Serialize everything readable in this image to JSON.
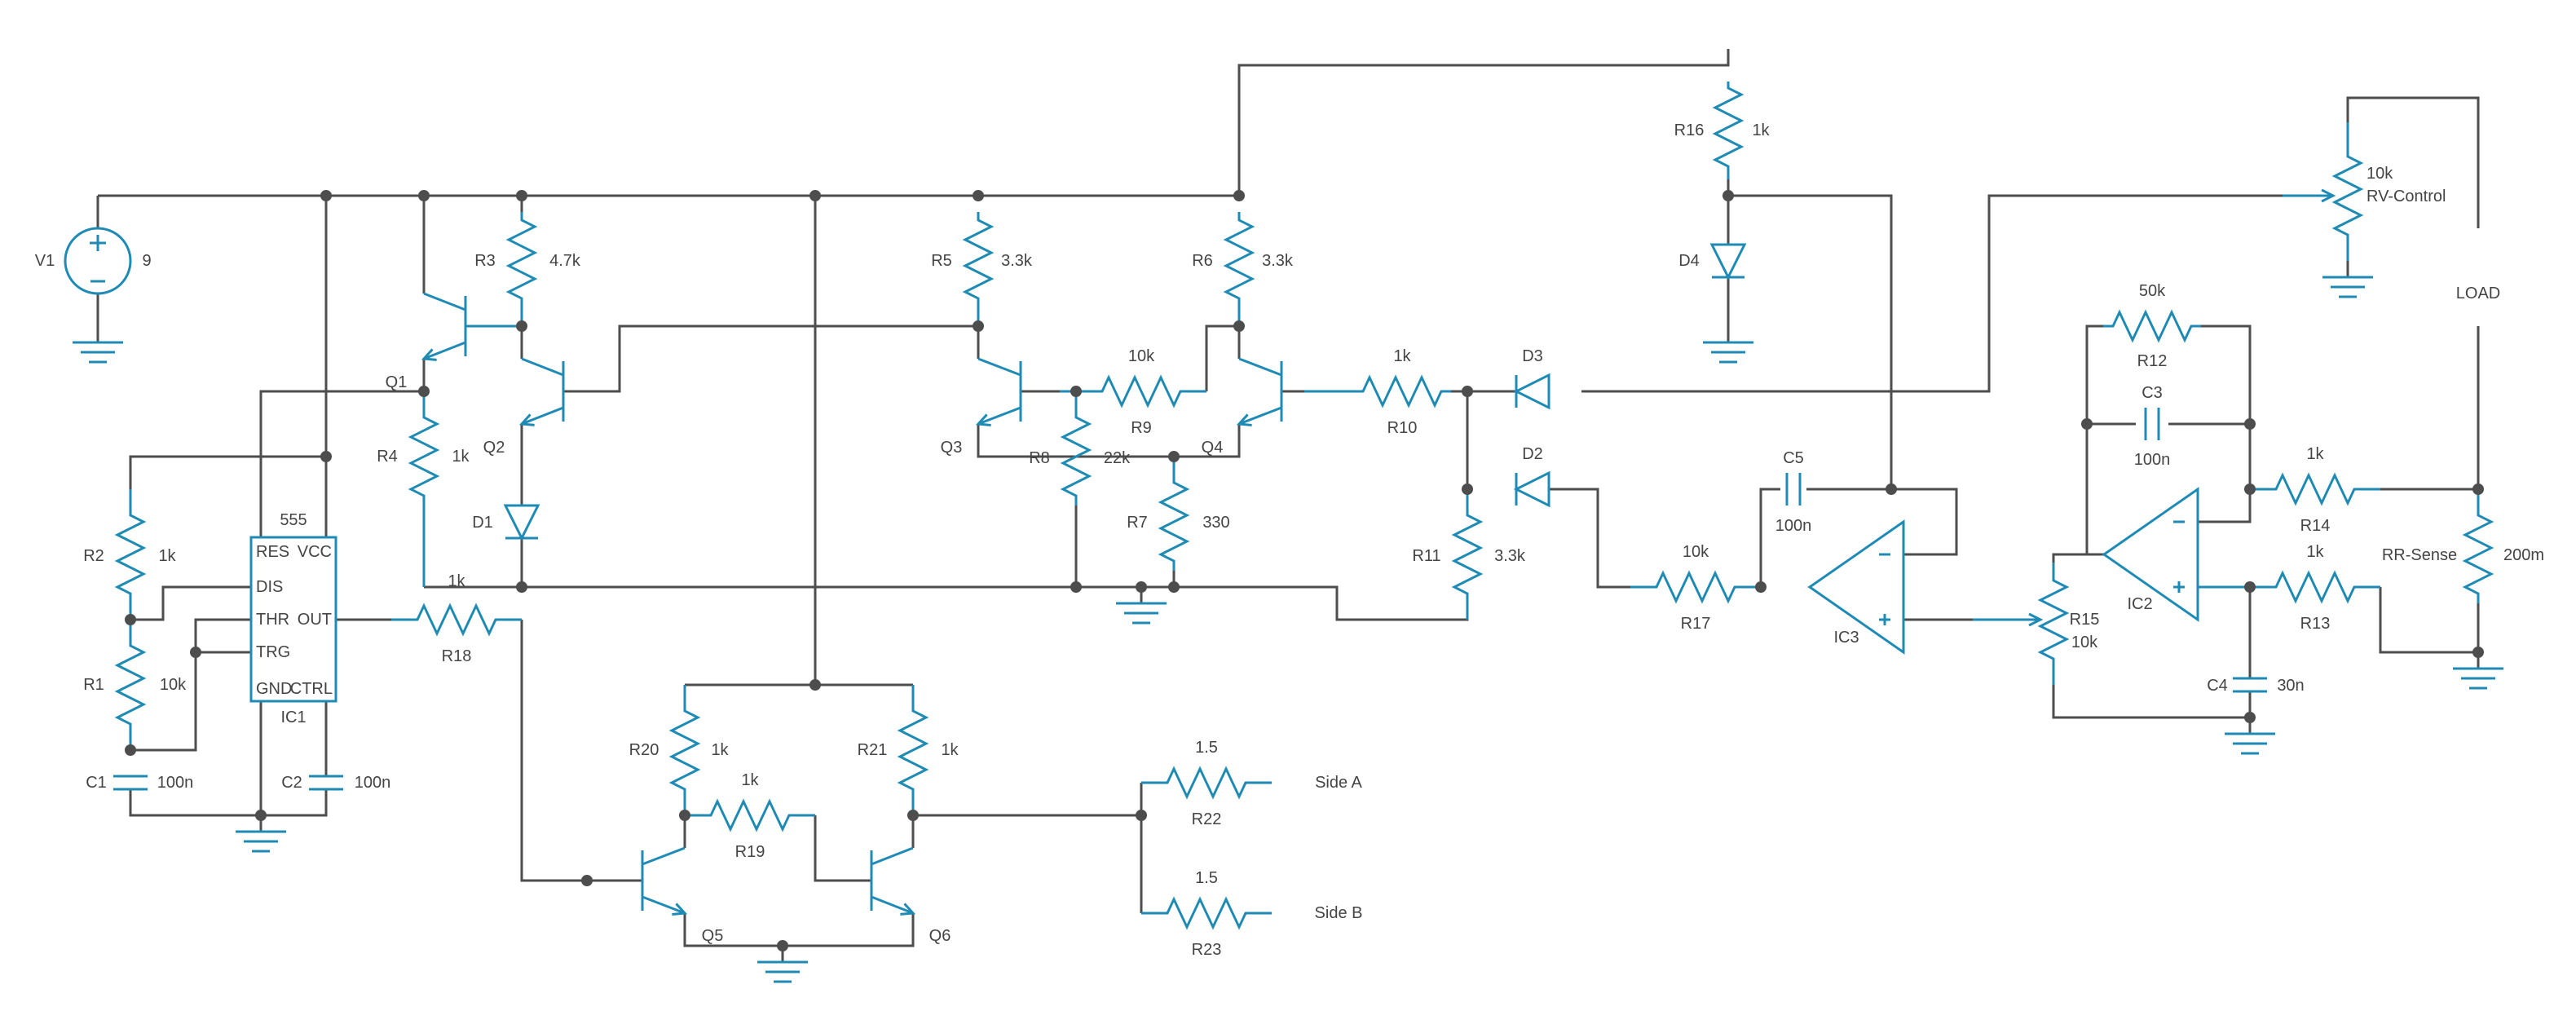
{
  "colors": {
    "wire": "#4d4d4d",
    "component": "#1f8bb5",
    "label": "#444444",
    "background": "#ffffff"
  },
  "components": {
    "V1": {
      "ref": "V1",
      "value": "9"
    },
    "R1": {
      "ref": "R1",
      "value": "10k"
    },
    "R2": {
      "ref": "R2",
      "value": "1k"
    },
    "R3": {
      "ref": "R3",
      "value": "4.7k"
    },
    "R4": {
      "ref": "R4",
      "value": "1k"
    },
    "R5": {
      "ref": "R5",
      "value": "3.3k"
    },
    "R6": {
      "ref": "R6",
      "value": "3.3k"
    },
    "R7": {
      "ref": "R7",
      "value": "330"
    },
    "R8": {
      "ref": "R8",
      "value": "22k"
    },
    "R9": {
      "ref": "R9",
      "value": "10k"
    },
    "R10": {
      "ref": "R10",
      "value": "1k"
    },
    "R11": {
      "ref": "R11",
      "value": "3.3k"
    },
    "R12": {
      "ref": "R12",
      "value": "50k"
    },
    "R13": {
      "ref": "R13",
      "value": "1k"
    },
    "R14": {
      "ref": "R14",
      "value": "1k"
    },
    "R15": {
      "ref": "R15",
      "value": "10k"
    },
    "R16": {
      "ref": "R16",
      "value": "1k"
    },
    "R17": {
      "ref": "R17",
      "value": "10k"
    },
    "R18": {
      "ref": "R18",
      "value": "1k"
    },
    "R19": {
      "ref": "R19",
      "value": "1k"
    },
    "R20": {
      "ref": "R20",
      "value": "1k"
    },
    "R21": {
      "ref": "R21",
      "value": "1k"
    },
    "R22": {
      "ref": "R22",
      "value": "1.5"
    },
    "R23": {
      "ref": "R23",
      "value": "1.5"
    },
    "RR": {
      "ref": "RR-Sense",
      "value": "200m"
    },
    "RV": {
      "ref": "RV-Control",
      "value": "10k"
    },
    "C1": {
      "ref": "C1",
      "value": "100n"
    },
    "C2": {
      "ref": "C2",
      "value": "100n"
    },
    "C3": {
      "ref": "C3",
      "value": "100n"
    },
    "C4": {
      "ref": "C4",
      "value": "30n"
    },
    "C5": {
      "ref": "C5",
      "value": "100n"
    },
    "D1": {
      "ref": "D1"
    },
    "D2": {
      "ref": "D2"
    },
    "D3": {
      "ref": "D3"
    },
    "D4": {
      "ref": "D4"
    },
    "Q1": {
      "ref": "Q1"
    },
    "Q2": {
      "ref": "Q2"
    },
    "Q3": {
      "ref": "Q3"
    },
    "Q4": {
      "ref": "Q4"
    },
    "Q5": {
      "ref": "Q5"
    },
    "Q6": {
      "ref": "Q6"
    },
    "IC1": {
      "ref": "IC1",
      "value": "555",
      "pins": {
        "res": "RES",
        "vcc": "VCC",
        "dis": "DIS",
        "thr": "THR",
        "out": "OUT",
        "trg": "TRG",
        "gnd": "GND",
        "ctrl": "CTRL"
      }
    },
    "IC2": {
      "ref": "IC2"
    },
    "IC3": {
      "ref": "IC3"
    }
  },
  "net_labels": {
    "load": "LOAD",
    "side_a": "Side A",
    "side_b": "Side B"
  }
}
